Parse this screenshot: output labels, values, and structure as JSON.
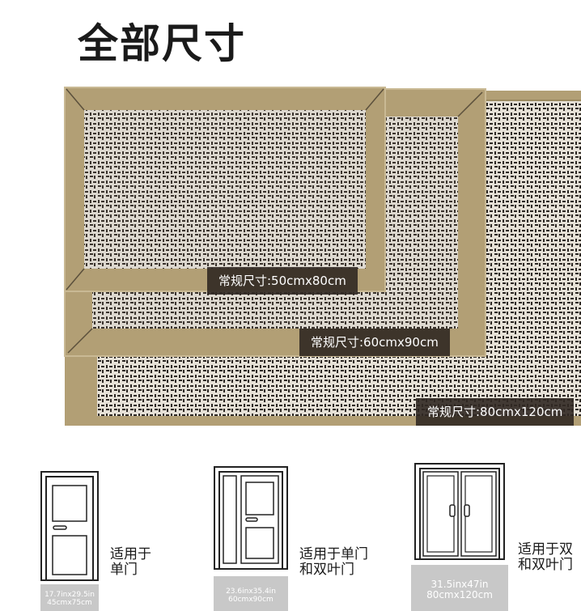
{
  "page": {
    "title": "全部尺寸"
  },
  "mat_sizes": [
    {
      "label": "常规尺寸:50cmx80cm"
    },
    {
      "label": "常规尺寸:60cmx90cm"
    },
    {
      "label": "常规尺寸:80cmx120cm"
    }
  ],
  "doors": [
    {
      "label_line1": "适用于",
      "label_line2": "单门",
      "dim_in": "17.7inx29.5in",
      "dim_cm": "45cmx75cm"
    },
    {
      "label_line1": "适用于单门",
      "label_line2": "和双叶门",
      "dim_in": "23.6inx35.4in",
      "dim_cm": "60cmx90cm"
    },
    {
      "label_line1": "适用于双",
      "label_line2": "和双叶门",
      "dim_in": "31.5inx47in",
      "dim_cm": "80cmx120cm"
    }
  ],
  "colors": {
    "mat_border": "#b29f75",
    "mat_border_dark": "#9b8a60",
    "weave_light": "#ddd8cf",
    "weave_dark": "#2c2723",
    "label_bg": "#302822",
    "dim_bg": "#c8c8c8"
  }
}
